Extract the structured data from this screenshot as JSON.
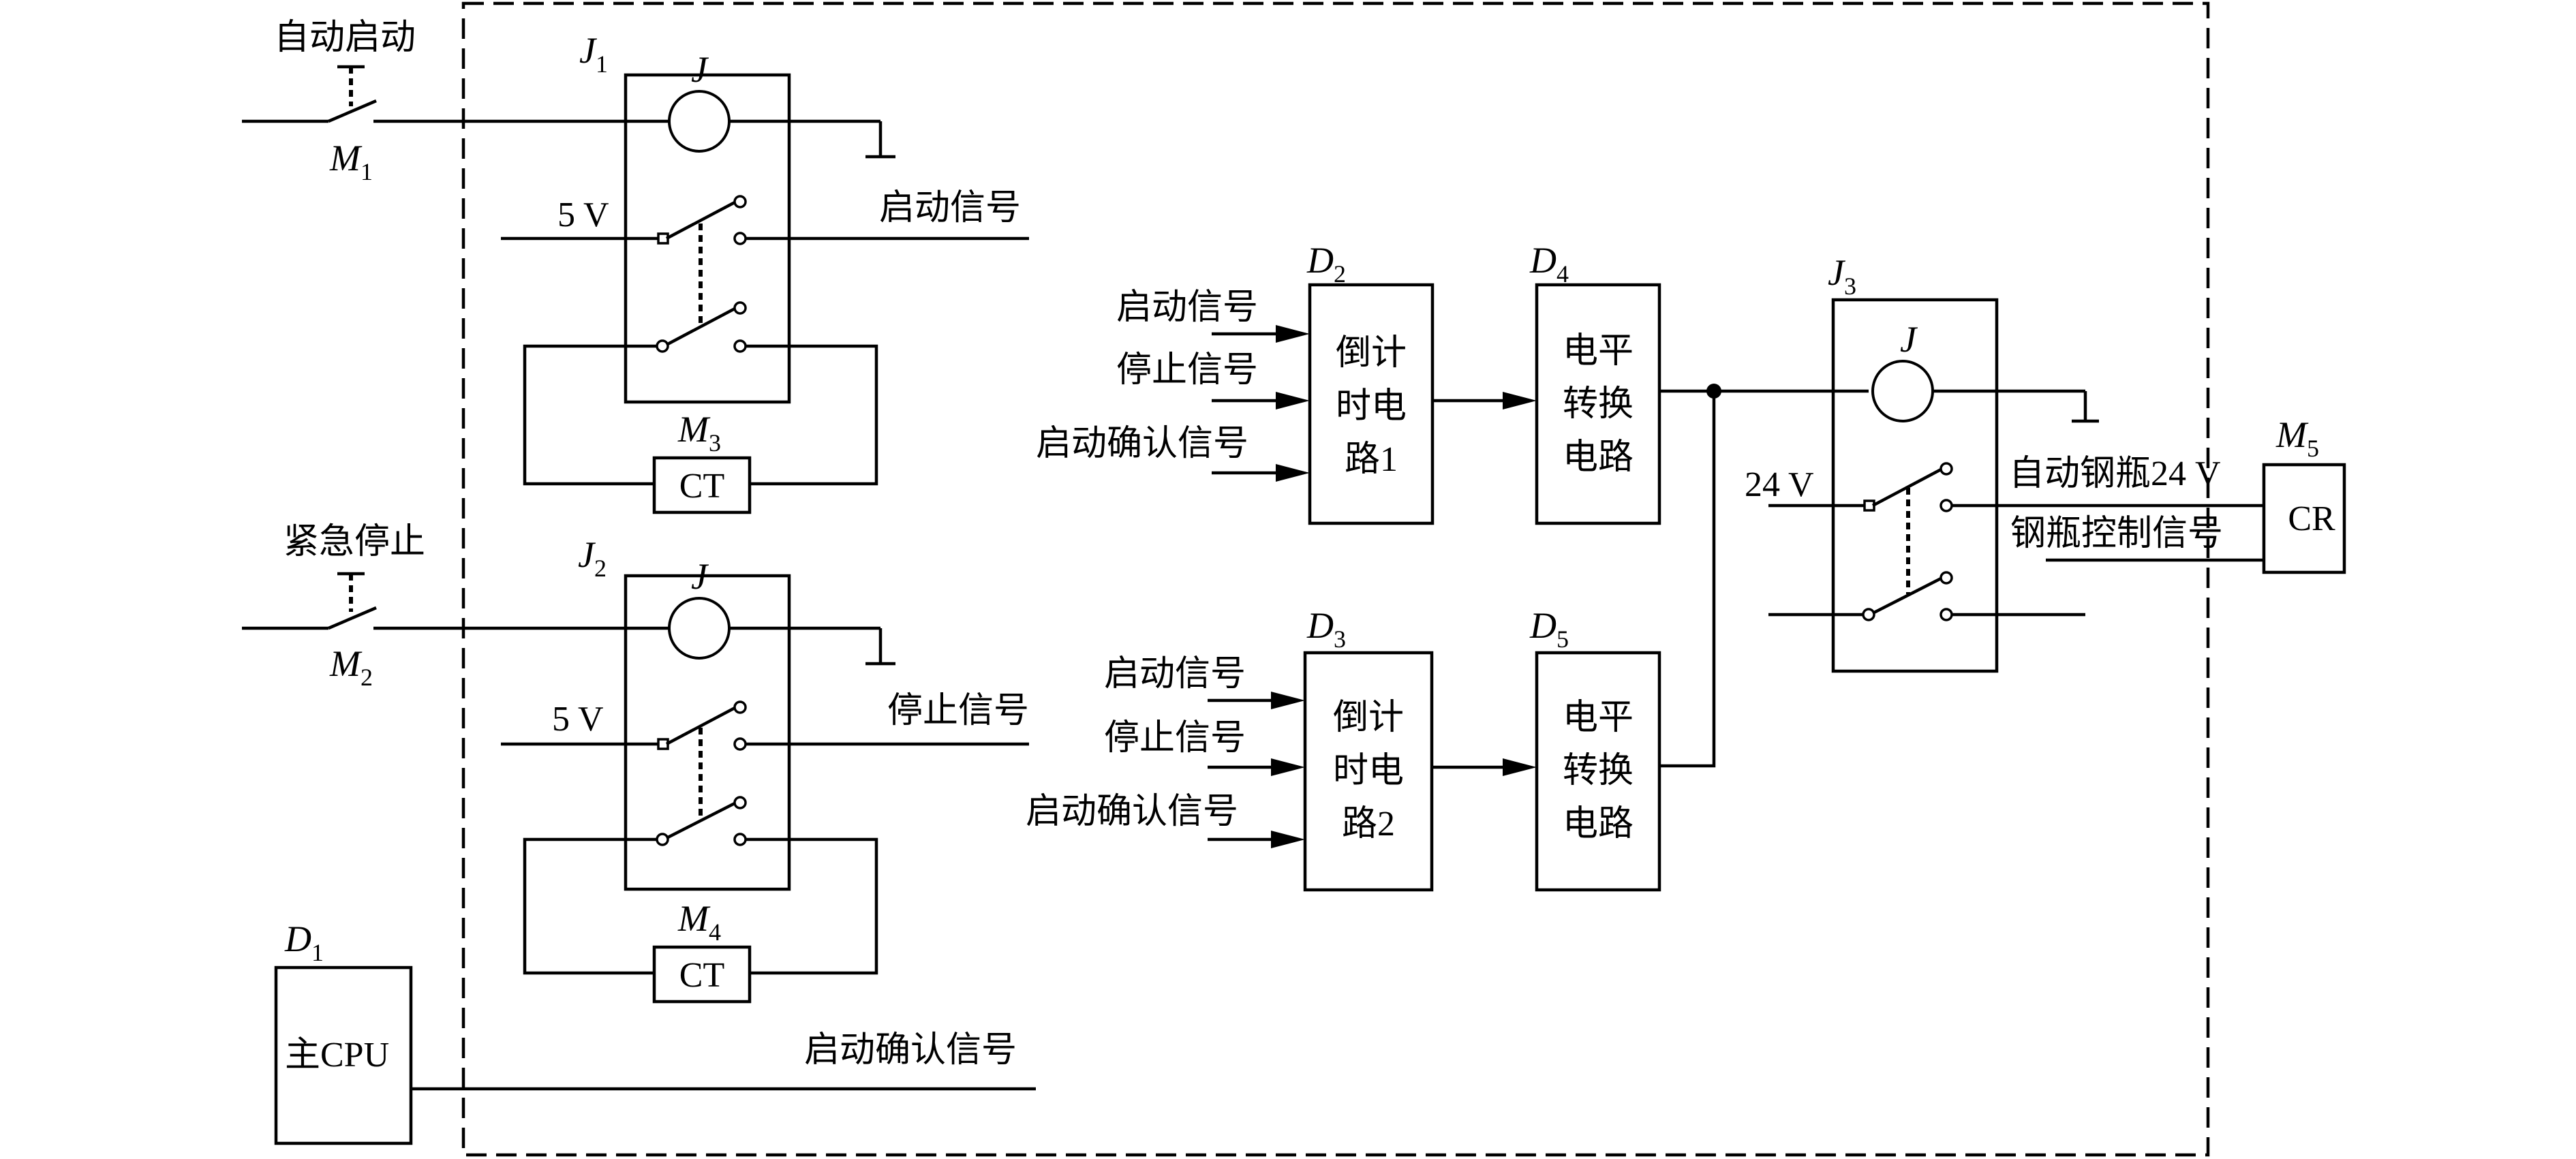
{
  "inputs": {
    "auto_start": "自动启动",
    "emergency_stop": "紧急停止"
  },
  "components": {
    "m1": {
      "letter": "M",
      "sub": "1"
    },
    "m2": {
      "letter": "M",
      "sub": "2"
    },
    "m3": {
      "letter": "M",
      "sub": "3"
    },
    "m4": {
      "letter": "M",
      "sub": "4"
    },
    "m5": {
      "letter": "M",
      "sub": "5"
    },
    "j1": {
      "letter": "J",
      "sub": "1"
    },
    "j2": {
      "letter": "J",
      "sub": "2"
    },
    "j3": {
      "letter": "J",
      "sub": "3"
    },
    "d1": {
      "letter": "D",
      "sub": "1"
    },
    "d2": {
      "letter": "D",
      "sub": "2"
    },
    "d3": {
      "letter": "D",
      "sub": "3"
    },
    "d4": {
      "letter": "D",
      "sub": "4"
    },
    "d5": {
      "letter": "D",
      "sub": "5"
    },
    "coil_label": "J",
    "ct_label": "CT",
    "cr_label": "CR"
  },
  "voltages": {
    "v5": "5 V",
    "v24": "24 V"
  },
  "signals": {
    "start": "启动信号",
    "stop": "停止信号",
    "start_confirm": "启动确认信号",
    "auto_cylinder": "自动钢瓶24 V",
    "cylinder_control": "钢瓶控制信号"
  },
  "blocks": {
    "cpu": "主CPU",
    "countdown1": [
      "倒计",
      "时电",
      "路1"
    ],
    "countdown2": [
      "倒计",
      "时电",
      "路2"
    ],
    "level_shift": [
      "电平",
      "转换",
      "电路"
    ]
  }
}
